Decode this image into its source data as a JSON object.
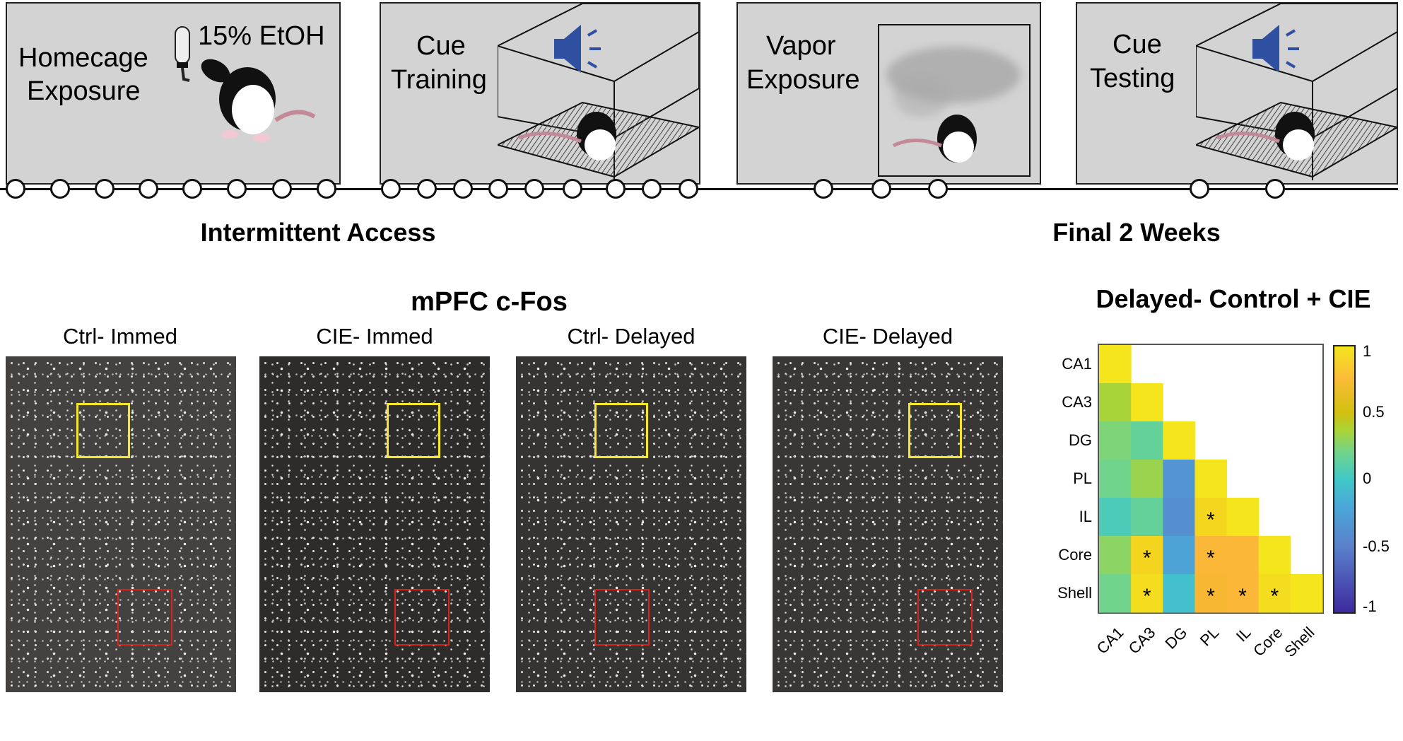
{
  "timeline": {
    "stages": [
      {
        "label_line1": "Homecage",
        "label_line2": "Exposure",
        "extra": "15% EtOH"
      },
      {
        "label_line1": "Cue",
        "label_line2": "Training"
      },
      {
        "label_line1": "Vapor",
        "label_line2": "Exposure"
      },
      {
        "label_line1": "Cue",
        "label_line2": "Testing"
      }
    ],
    "phase_left": "Intermittent Access",
    "phase_right": "Final 2 Weeks",
    "session_counts": [
      8,
      9,
      3,
      2
    ]
  },
  "cfos": {
    "title": "mPFC c-Fos",
    "panels": [
      "Ctrl- Immed",
      "CIE- Immed",
      "Ctrl- Delayed",
      "CIE- Delayed"
    ]
  },
  "colors": {
    "roi_yellow": "#f5e82a",
    "roi_red": "#d8231c",
    "speaker_blue": "#2f4fa0",
    "panel_gray": "#d3d3d3"
  },
  "chart_data": {
    "type": "heatmap",
    "title": "Delayed- Control + CIE",
    "rows": [
      "CA1",
      "CA3",
      "DG",
      "PL",
      "IL",
      "Core",
      "Shell"
    ],
    "cols": [
      "CA1",
      "CA3",
      "DG",
      "PL",
      "IL",
      "Core",
      "Shell"
    ],
    "values": [
      [
        1
      ],
      [
        0.4,
        1
      ],
      [
        0.25,
        0.15,
        1
      ],
      [
        0.2,
        0.35,
        -0.35,
        1
      ],
      [
        0.05,
        0.15,
        -0.4,
        0.93,
        1
      ],
      [
        0.3,
        0.92,
        -0.25,
        0.8,
        0.8,
        1
      ],
      [
        0.2,
        0.96,
        -0.05,
        0.76,
        0.8,
        0.96,
        1
      ]
    ],
    "significant": [
      [
        4,
        3
      ],
      [
        5,
        1
      ],
      [
        5,
        3
      ],
      [
        6,
        1
      ],
      [
        6,
        3
      ],
      [
        6,
        4
      ],
      [
        6,
        5
      ]
    ],
    "significance_marker": "*",
    "colorbar": {
      "range": [
        -1,
        1
      ],
      "ticks": [
        "1",
        "0.5",
        "0",
        "-0.5",
        "-1"
      ]
    }
  }
}
